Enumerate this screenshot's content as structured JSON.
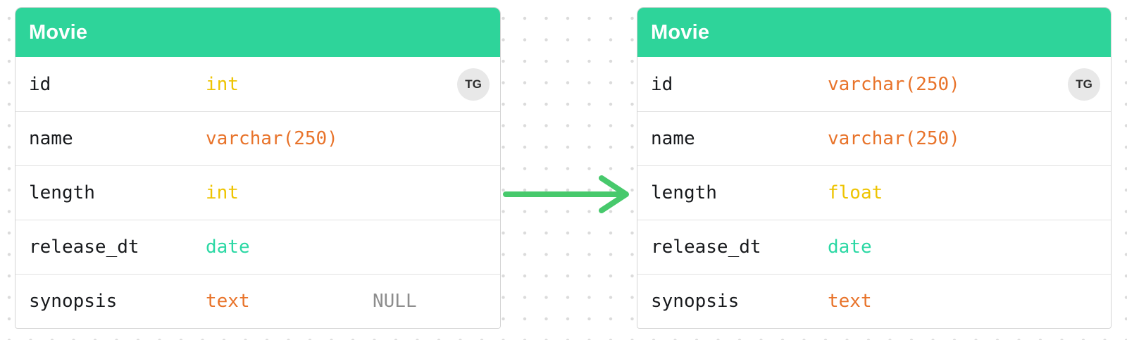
{
  "diagram": {
    "arrow": {
      "color": "#47c96c",
      "direction": "right"
    },
    "dot_grid_color": "#dbdbdb",
    "tables": [
      {
        "title": "Movie",
        "header_color": "#2ed49a",
        "trigger_badge": "TG",
        "fields": [
          {
            "name": "id",
            "type": "int",
            "type_color": "#eec402"
          },
          {
            "name": "name",
            "type": "varchar(250)",
            "type_color": "#e8732a"
          },
          {
            "name": "length",
            "type": "int",
            "type_color": "#eec402"
          },
          {
            "name": "release_dt",
            "type": "date",
            "type_color": "#2bd8a4"
          },
          {
            "name": "synopsis",
            "type": "text",
            "type_color": "#e8732a",
            "note": "NULL"
          }
        ]
      },
      {
        "title": "Movie",
        "header_color": "#2ed49a",
        "trigger_badge": "TG",
        "fields": [
          {
            "name": "id",
            "type": "varchar(250)",
            "type_color": "#e8732a"
          },
          {
            "name": "name",
            "type": "varchar(250)",
            "type_color": "#e8732a"
          },
          {
            "name": "length",
            "type": "float",
            "type_color": "#eec402"
          },
          {
            "name": "release_dt",
            "type": "date",
            "type_color": "#2bd8a4"
          },
          {
            "name": "synopsis",
            "type": "text",
            "type_color": "#e8732a"
          }
        ]
      }
    ]
  }
}
